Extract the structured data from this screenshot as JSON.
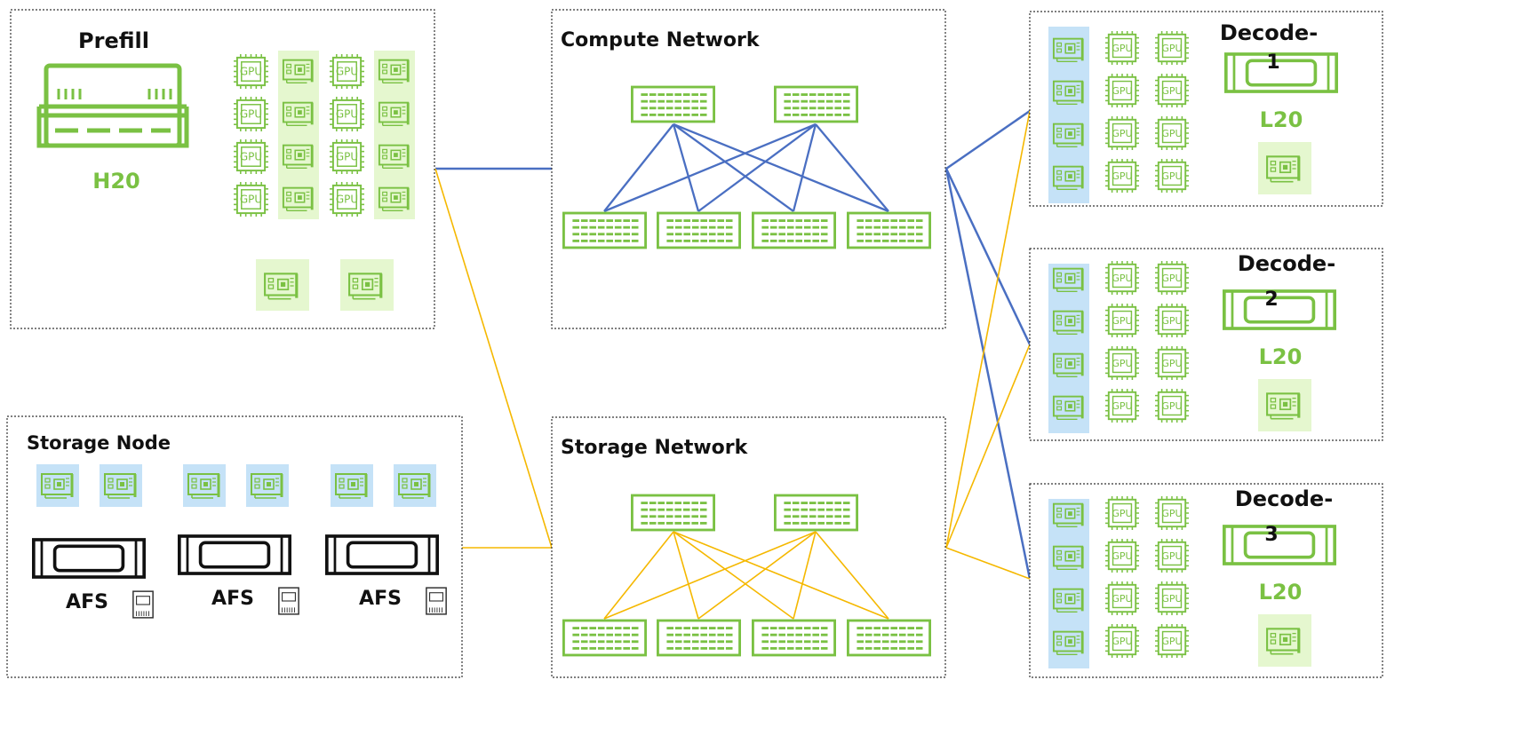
{
  "prefill": {
    "title": "Prefill",
    "gpu_model": "H20",
    "gpu_label": "GPU"
  },
  "compute_network": {
    "title": "Compute Network"
  },
  "storage_network": {
    "title": "Storage Network"
  },
  "storage_node": {
    "title": "Storage Node",
    "afs_labels": [
      "AFS",
      "AFS",
      "AFS"
    ]
  },
  "decode_nodes": [
    {
      "title": "Decode-",
      "number": "1",
      "gpu_model": "L20"
    },
    {
      "title": "Decode-",
      "number": "2",
      "gpu_model": "L20"
    },
    {
      "title": "Decode-",
      "number": "3",
      "gpu_model": "L20"
    }
  ],
  "colors": {
    "accent_green": "#7ac143",
    "nic_green_bg": "#e5f7cf",
    "nic_blue_bg": "#c5e2f7",
    "compute_link": "#4a6fc2",
    "storage_link": "#f5b800",
    "server_black": "#111111",
    "border": "#333333"
  },
  "icons": {
    "gpu": "gpu-chip-icon",
    "nic": "network-card-icon",
    "switch": "network-switch-icon",
    "server": "rack-server-icon",
    "ssd": "ssd-drive-icon"
  }
}
